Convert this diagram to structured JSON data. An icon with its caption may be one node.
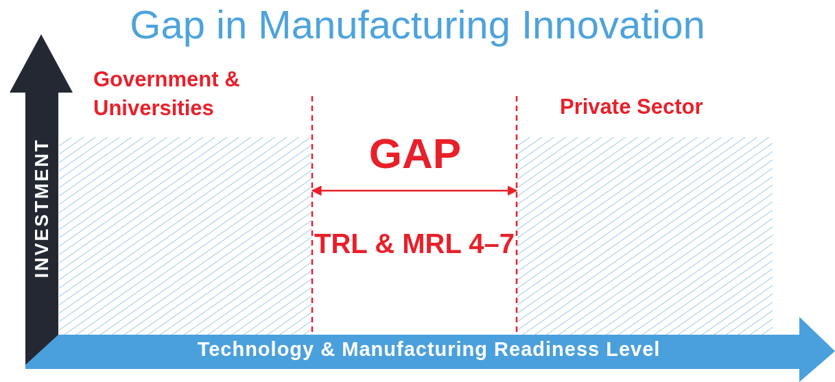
{
  "diagram": {
    "title": "Gap in Manufacturing Innovation",
    "nodes": [
      {
        "text": [
          "Government & Universities"
        ]
      },
      {
        "text": [
          "Private Sector"
        ]
      }
    ],
    "edges": [
      {
        "from": 0,
        "to": 1,
        "arrow": "both"
      }
    ],
    "labels": [
      "GAP",
      "TRL & MRL 4–7",
      "INVESTMENT",
      "Technology & Manufacturing Readiness Level"
    ]
  }
}
